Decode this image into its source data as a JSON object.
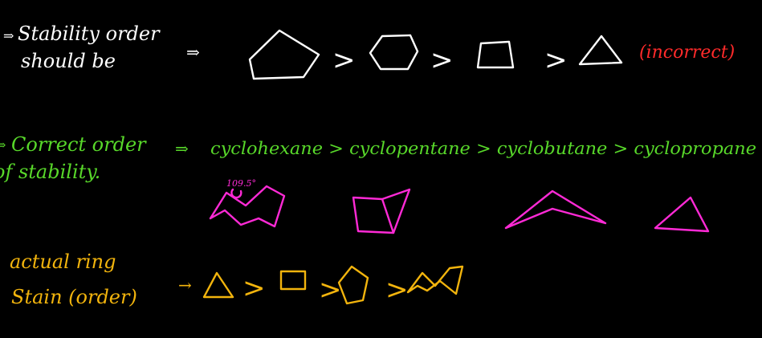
{
  "colors": {
    "background": "#000000",
    "white_ink": "#ffffff",
    "red_ink": "#ff2a2a",
    "green_ink": "#58d82a",
    "magenta_ink": "#ff2ad6",
    "yellow_ink": "#f2b40d"
  },
  "section1": {
    "bullet": "⇒",
    "line1": "Stability order",
    "line2": "should be",
    "implies": "⇒",
    "gt": ">",
    "note": "(incorrect)"
  },
  "section2": {
    "bullet": "⇒",
    "line1": "Correct order",
    "line2": "of stability.",
    "implies": "⇒",
    "order_text": "cyclohexane > cyclopentane > cyclobutane > cyclopropane",
    "angle_label": "109.5°"
  },
  "section3": {
    "line1": "actual ring",
    "line2": "Stain (order)",
    "arrow": "→",
    "gt": ">"
  }
}
